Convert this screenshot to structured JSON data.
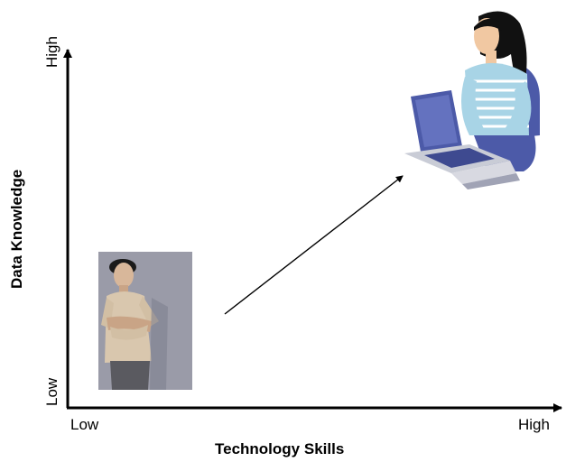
{
  "axes": {
    "x_label": "Technology Skills",
    "y_label": "Data Knowledge",
    "x_low": "Low",
    "x_high": "High",
    "y_low": "Low",
    "y_high": "High"
  },
  "colors": {
    "background": "#ffffff",
    "axis": "#000000",
    "photo_background": "#9a9ba8",
    "laptop": "#4c5aa8",
    "shirt": "#a8d4e6"
  },
  "images": {
    "left": "young-man-photo",
    "right": "woman-at-laptop-clipart"
  }
}
